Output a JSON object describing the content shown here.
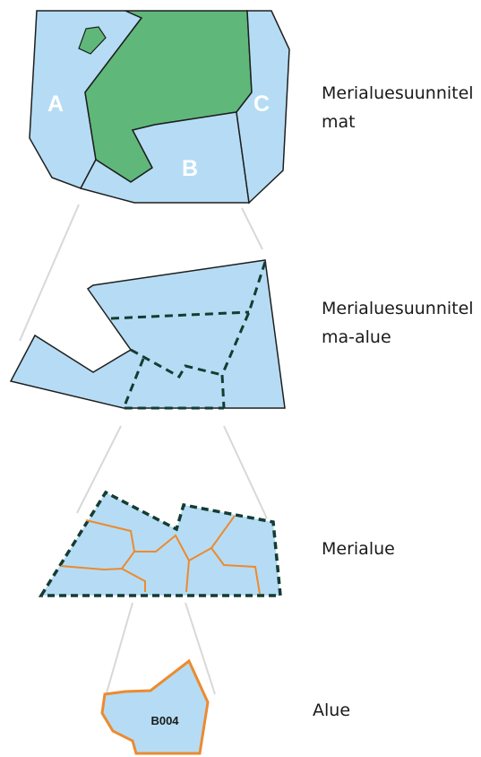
{
  "levels": [
    {
      "id": "plans",
      "label": "Merialuesuunnitel\nmat"
    },
    {
      "id": "plan-area",
      "label": "Merialuesuunnitel\nma-alue"
    },
    {
      "id": "sea-area",
      "label": "Merialue"
    },
    {
      "id": "area",
      "label": "Alue"
    }
  ],
  "plans_map": {
    "region_labels": [
      "A",
      "B",
      "C"
    ]
  },
  "area_detail": {
    "code": "B004"
  },
  "colors": {
    "water": "#b5dcf4",
    "land": "#5fb87a",
    "outline": "#1e1e1e",
    "dashed_border": "#143c32",
    "area_border": "#ec8a30",
    "connector": "#d8d8d8"
  }
}
